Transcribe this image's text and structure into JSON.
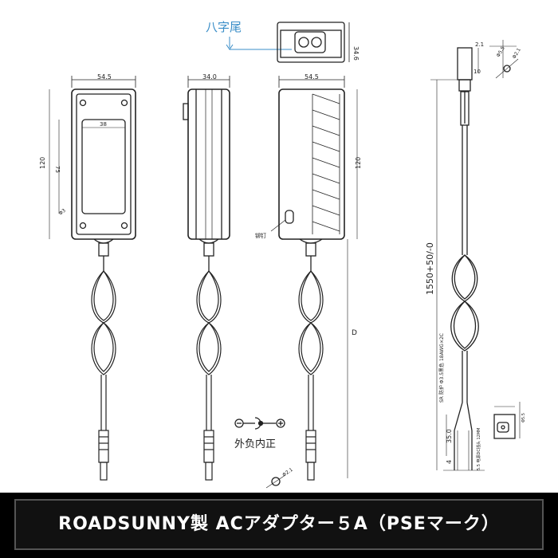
{
  "labels": {
    "connector_type": "八字尾",
    "dim_w_front": "54.5",
    "dim_w_side": "34.0",
    "dim_w_back": "54.5",
    "dim_h_front": "120",
    "dim_h_back": "120",
    "dim_inner_w": "38",
    "dim_inner_h": "75",
    "dim_hole": "Φ3",
    "dim_socket_h": "34.6",
    "label_vent": "铆钉",
    "dim_cable_len": "1550+50/-0",
    "dim_cable_d": "D",
    "polarity": "外负内正",
    "dim_plug_len": "35.0",
    "dim_tip": "4",
    "dim_top_21": "2.1",
    "dim_top_10": "10",
    "dim_top_55": "Φ5.5",
    "dim_top_21b": "Φ2.1",
    "cable_note": "SR 防护 Φ3.5黑色 18AWG×2C",
    "plug_note": "5.5 电源DC插头 12MM",
    "small_note": "Φ5.5",
    "bottom_note": "Φ2.1"
  },
  "banner": {
    "title": "ROADSUNNY製  ACアダプター５A（PSEマーク）"
  }
}
